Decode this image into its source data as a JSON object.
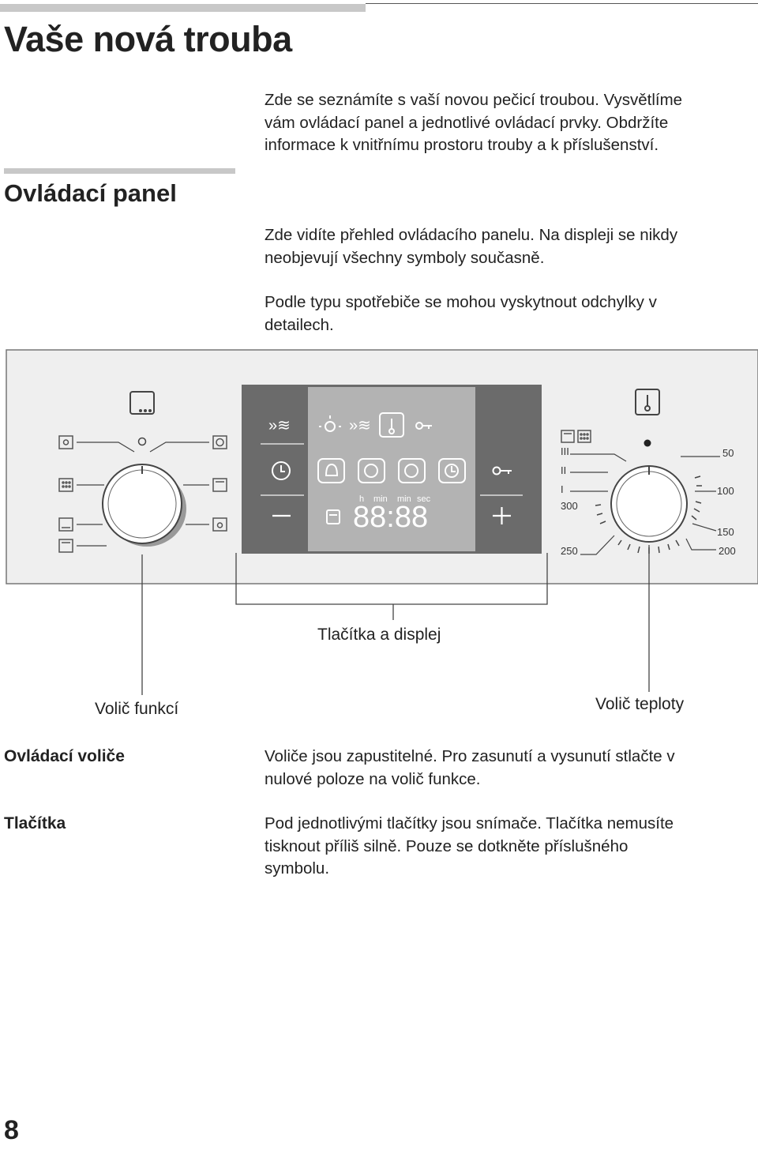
{
  "page": {
    "title": "Vaše nová trouba",
    "intro": [
      "Zde se seznámíte s vaší novou pečicí troubou. Vysvětlíme",
      "vám ovládací panel a jednotlivé ovládací prvky. Obdržíte",
      "informace k vnitřnímu prostoru trouby a k příslušenství."
    ],
    "page_number": "8"
  },
  "control_panel": {
    "heading": "Ovládací panel",
    "p1": [
      "Zde vidíte přehled ovládacího panelu. Na displeji se nikdy",
      "neobjevují všechny symboly současně."
    ],
    "p2": [
      "Podle typu spotřebiče se mohou vyskytnout odchylky v",
      "detailech."
    ]
  },
  "diagram": {
    "display_labels": {
      "h": "h",
      "min1": "min",
      "min2": "min",
      "sec": "sec",
      "digits": "88:88"
    },
    "temp_scale": {
      "t50": "50",
      "t100": "100",
      "t150": "150",
      "t200": "200",
      "t250": "250",
      "t300": "300",
      "g3": "III",
      "g2": "II",
      "g1": "I"
    },
    "callouts": {
      "buttons_display": "Tlačítka a displej",
      "function_selector": "Volič funkcí",
      "temperature_selector": "Volič teploty"
    }
  },
  "sections": [
    {
      "label": "Ovládací voliče",
      "lines": [
        "Voliče jsou zapustitelné. Pro zasunutí a vysunutí stlačte v",
        "nulové poloze na volič funkce."
      ]
    },
    {
      "label": "Tlačítka",
      "lines": [
        "Pod jednotlivými tlačítky jsou snímače. Tlačítka nemusíte",
        "tisknout příliš silně. Pouze se dotkněte příslušného",
        "symbolu."
      ]
    }
  ]
}
